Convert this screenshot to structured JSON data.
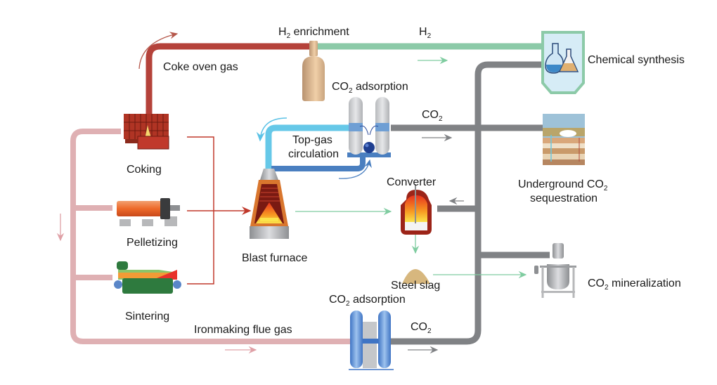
{
  "colors": {
    "coke_gas": "#b5423a",
    "hydrogen": "#8ccaa8",
    "flue_gas": "#dfb0b3",
    "co2_pipe": "#808285",
    "topgas_light": "#66c8e8",
    "topgas_dark": "#4a7fc0",
    "feed_line": "#c0392b",
    "green_arrow": "#7fcca0"
  },
  "labels": {
    "h2_enrichment": {
      "main": "H",
      "sub": "2",
      "rest": " enrichment"
    },
    "h2": {
      "main": "H",
      "sub": "2",
      "rest": ""
    },
    "coke_oven_gas": "Coke oven gas",
    "chemical_synthesis": "Chemical synthesis",
    "co2_adsorption_top": {
      "main": "CO",
      "sub": "2",
      "rest": " adsorption"
    },
    "co2_top": {
      "main": "CO",
      "sub": "2",
      "rest": ""
    },
    "top_gas_line1": "Top-gas",
    "top_gas_line2": "circulation",
    "coking": "Coking",
    "pelletizing": "Pelletizing",
    "sintering": "Sintering",
    "blast_furnace": "Blast furnace",
    "converter": "Converter",
    "steel_slag": "Steel slag",
    "underground_line1": {
      "main": "Underground CO",
      "sub": "2",
      "rest": ""
    },
    "underground_line2": "sequestration",
    "co2_mineralization": {
      "main": "CO",
      "sub": "2",
      "rest": " mineralization"
    },
    "co2_adsorption_bottom": {
      "main": "CO",
      "sub": "2",
      "rest": " adsorption"
    },
    "co2_bottom": {
      "main": "CO",
      "sub": "2",
      "rest": ""
    },
    "ironmaking_flue_gas": "Ironmaking flue gas"
  },
  "nodes": [
    {
      "id": "coking",
      "icon": "coke-oven-icon"
    },
    {
      "id": "pelletizing",
      "icon": "pelletizer-icon"
    },
    {
      "id": "sintering",
      "icon": "sinter-machine-icon"
    },
    {
      "id": "blast_furnace",
      "icon": "blast-furnace-icon"
    },
    {
      "id": "converter",
      "icon": "converter-icon"
    },
    {
      "id": "steel_slag",
      "icon": "slag-pile-icon"
    },
    {
      "id": "h2_enrichment",
      "icon": "gas-cylinder-icon"
    },
    {
      "id": "co2_adsorption_top",
      "icon": "adsorption-columns-icon"
    },
    {
      "id": "co2_adsorption_bottom",
      "icon": "adsorption-columns-icon"
    },
    {
      "id": "chemical_synthesis",
      "icon": "flasks-icon"
    },
    {
      "id": "underground_sequestration",
      "icon": "geology-cross-section-icon"
    },
    {
      "id": "co2_mineralization",
      "icon": "reactor-vessel-icon"
    }
  ]
}
